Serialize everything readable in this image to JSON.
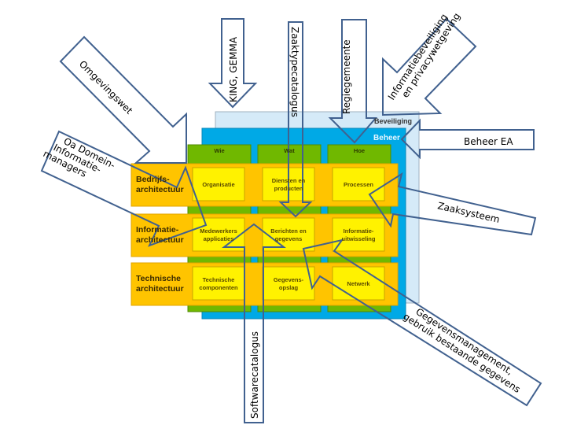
{
  "layers": {
    "beveiliging": "Beveiliging",
    "beheer": "Beheer"
  },
  "columns": [
    "Wie",
    "Wat",
    "Hoe"
  ],
  "rows": [
    {
      "label": [
        "Bedrijfs-",
        "architectuur"
      ],
      "cells": [
        [
          "Organisatie"
        ],
        [
          "Diensten en",
          "producten"
        ],
        [
          "Processen"
        ]
      ]
    },
    {
      "label": [
        "Informatie-",
        "architectuur"
      ],
      "cells": [
        [
          "Medewerkers",
          "applicaties"
        ],
        [
          "Berichten en",
          "gegevens"
        ],
        [
          "Informatie-",
          "uitwisseling"
        ]
      ]
    },
    {
      "label": [
        "Technische",
        "architectuur"
      ],
      "cells": [
        [
          "Technische",
          "componenten"
        ],
        [
          "Gegevens-",
          "opslag"
        ],
        [
          "Netwerk"
        ]
      ]
    }
  ],
  "arrows": {
    "omgevingswet": "Omgevingswet",
    "domein": [
      "Oa Domein-",
      "Informatie-",
      "managers"
    ],
    "king": "KING, GEMMA",
    "zaaktypecatalogus": "Zaaktypecatalogus",
    "regiegemeente": "Regiegemeente",
    "informatiebeveiliging": [
      "Informatiebeveiliging",
      "en privacywetgeving"
    ],
    "beheer_ea": "Beheer EA",
    "zaaksysteem": "Zaaksysteem",
    "gegevensmanagement": [
      "Gegevensmanagement,",
      "gebruik bestaande gegevens"
    ],
    "softwarecatalogus": "Softwarecatalogus"
  },
  "colors": {
    "beveiliging": "#d5eaf8",
    "beheer": "#00a9e6",
    "column": "#70b800",
    "row": "#ffc400",
    "cell": "#fff200",
    "arrow_stroke": "#41618f"
  }
}
